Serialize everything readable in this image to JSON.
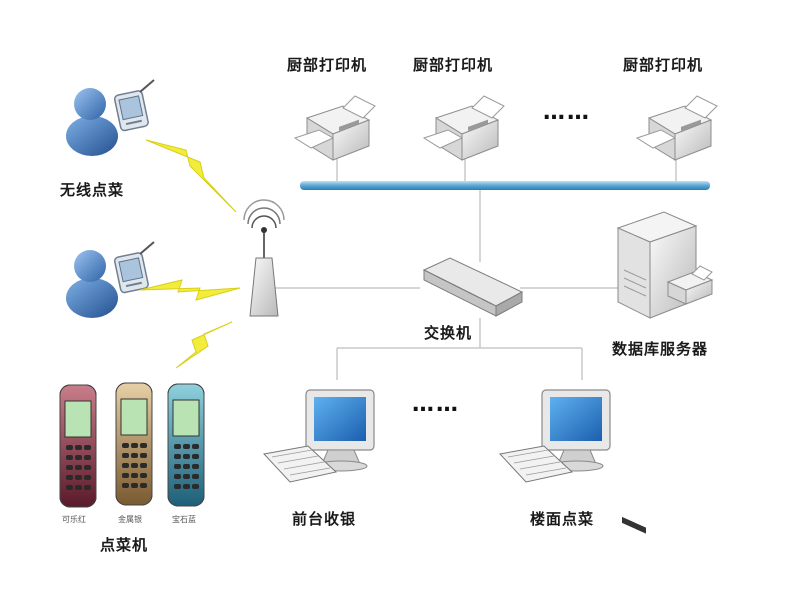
{
  "labels": {
    "kitchen_printer_1": "厨部打印机",
    "kitchen_printer_2": "厨部打印机",
    "kitchen_printer_3": "厨部打印机",
    "wireless_ordering": "无线点菜",
    "switch": "交换机",
    "database_server": "数据库服务器",
    "front_desk_cashier": "前台收银",
    "floor_ordering": "楼面点菜",
    "ordering_device": "点菜机"
  },
  "ellipsis": {
    "printers": "……",
    "computers": "……"
  },
  "phone_captions": [
    "可乐红",
    "金属银",
    "宝石蓝"
  ],
  "colors": {
    "bus_line": "#6fb4d9",
    "lightning": "#f2ec3a",
    "person": "#3d73b8",
    "monitor_screen": "#2f7fd0",
    "connector": "#c8c8c8"
  },
  "icons": [
    "person-pda-icon",
    "printer-icon",
    "antenna-icon",
    "switch-icon",
    "server-icon",
    "computer-icon",
    "lightning-icon",
    "phone-icon"
  ]
}
